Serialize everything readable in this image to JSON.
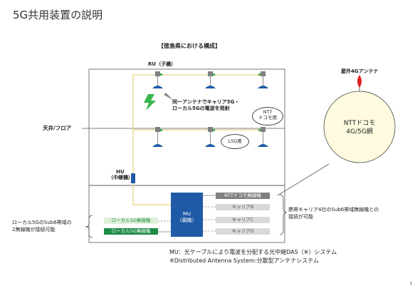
{
  "page": {
    "title": "5G共用装置の説明",
    "subtitle": "【徳島県における構成】",
    "page_number": "1"
  },
  "labels": {
    "ru": "RU（子機）",
    "ceiling_floor": "天井/フロア",
    "hu_line1": "HU",
    "hu_line2": "（中継機）",
    "same_antenna_line1": "同一アンテナでキャリア5G・",
    "same_antenna_line2": "ローカル5Gの電波を発射",
    "ntt_bubble_line1": "NTT",
    "ntt_bubble_line2": "ドコモ用",
    "l5g_bubble": "L5G用",
    "outdoor_antenna": "屋外4Gアンテナ",
    "ntt_network_line1": "NTTドコモ",
    "ntt_network_line2": "4G/5G網",
    "mu_line1": "MU",
    "mu_line2": "（親機）",
    "left_note_line1": "ローカル5GのSub6帯域の",
    "left_note_line2": "2無線機が接続可能",
    "right_note_line1": "携帯キャリア4社のSub6帯域無線機との",
    "right_note_line2": "接続が可能",
    "footnote_line1": "MU：光ケーブルにより電波を分配する光中継DAS（※）システム",
    "footnote_line2": "※Distributed Antenna System:分散型アンテナシステム"
  },
  "radios": {
    "ntt_docomo": "NTTドコモ無線機",
    "carrier_b": "キャリアB",
    "carrier_c": "キャリアC",
    "carrier_d": "キャリアD",
    "local5g_a": "ローカル5G無線機",
    "local5g_b": "ローカル5G無線機"
  },
  "colors": {
    "ru_box": "#7f7f7f",
    "ru_connector": "#39b54a",
    "antenna": "#1f5aa6",
    "mu": "#1f5aa6",
    "hu": "#1f5aa6",
    "cable": "#e8d89a",
    "local5g_dark": "#1e8c45",
    "local5g_light": "#dff0d8",
    "carrier_gray": "#bfbfbf",
    "ntt_gray": "#808080",
    "lightning": "#39b54a",
    "outdoor_antenna": "#e02020"
  }
}
